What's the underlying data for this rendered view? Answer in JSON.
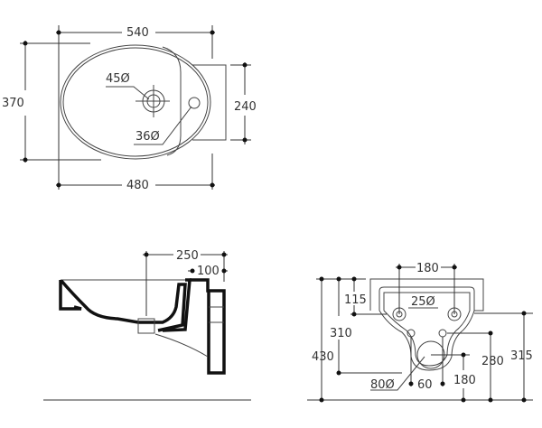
{
  "top_view": {
    "width_overall": "540",
    "width_bowl": "480",
    "depth": "370",
    "deck_depth": "240",
    "drain_diameter": "45Ø",
    "tap_hole_diameter": "36Ø"
  },
  "side_view": {
    "drain_offset": "250",
    "wall_depth": "100"
  },
  "front_view": {
    "bolt_spacing": "180",
    "top_to_bolts": "115",
    "top_to_waste": "310",
    "total_height": "430",
    "bolt_hole_diameter": "25Ø",
    "waste_diameter": "80Ø",
    "waste_holes_spacing": "60",
    "waste_height": "180",
    "holes_height": "280",
    "bolts_height": "315"
  },
  "colors": {
    "line": "#111111",
    "dimension": "#333333"
  }
}
